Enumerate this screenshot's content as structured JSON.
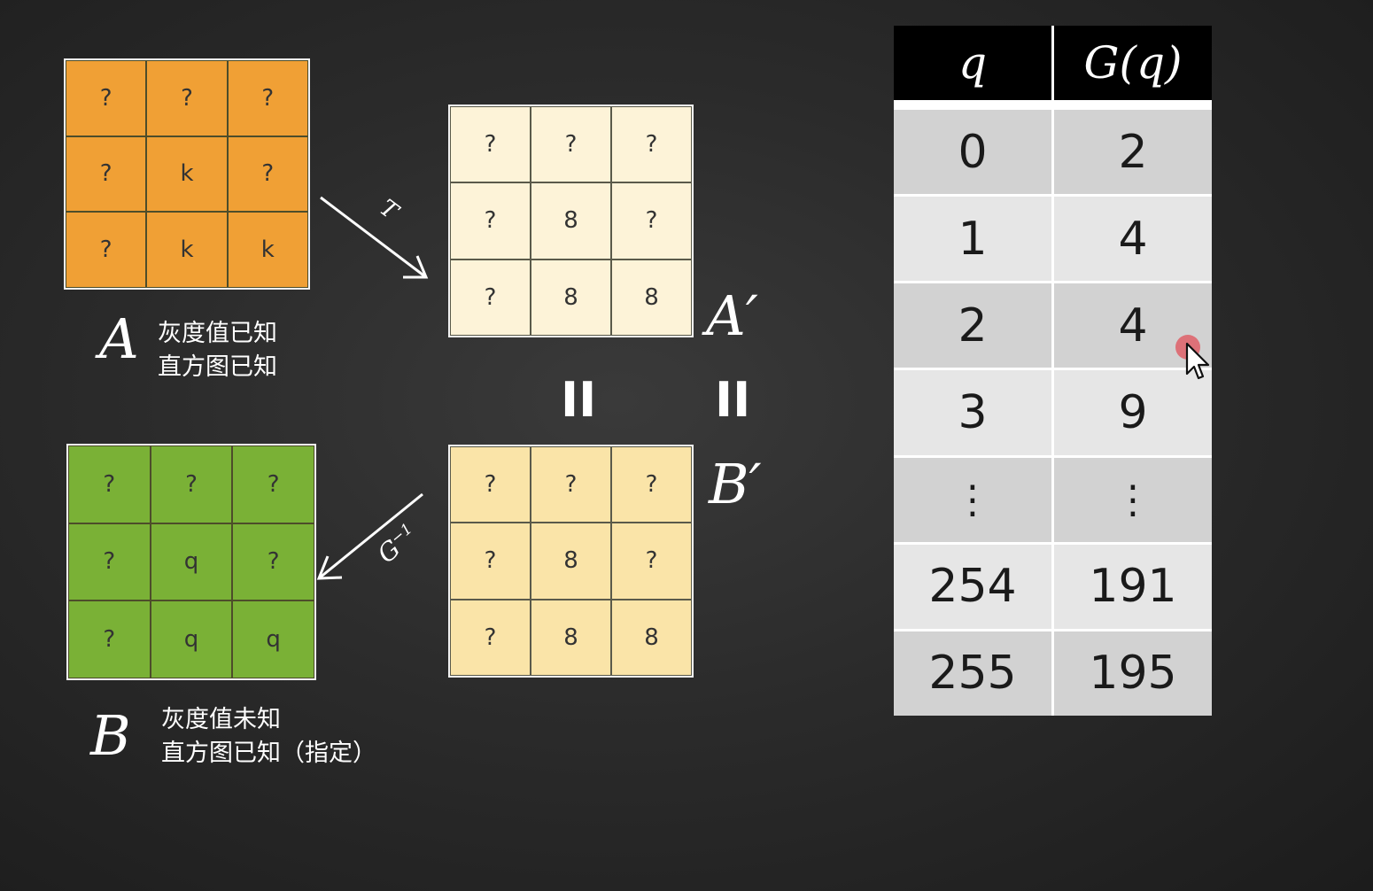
{
  "matrix_A": {
    "label": "A",
    "cells": [
      "?",
      "?",
      "?",
      "?",
      "k",
      "?",
      "?",
      "k",
      "k"
    ],
    "color": "#f0a035",
    "note_line1": "灰度值已知",
    "note_line2": "直方图已知"
  },
  "matrix_A_prime": {
    "label": "A′",
    "cells": [
      "?",
      "?",
      "?",
      "?",
      "8",
      "?",
      "?",
      "8",
      "8"
    ],
    "color": "#fdf3d8"
  },
  "matrix_B_prime": {
    "label": "B′",
    "cells": [
      "?",
      "?",
      "?",
      "?",
      "8",
      "?",
      "?",
      "8",
      "8"
    ],
    "color": "#fae4a8"
  },
  "matrix_B": {
    "label": "B",
    "cells": [
      "?",
      "?",
      "?",
      "?",
      "q",
      "?",
      "?",
      "q",
      "q"
    ],
    "color": "#7ab136",
    "note_line1": "灰度值未知",
    "note_line2": "直方图已知（指定）"
  },
  "arrow_T_label": "T",
  "arrow_G_inv_label": "G",
  "arrow_G_inv_sup": "−1",
  "equals_symbol": "II",
  "table": {
    "header": [
      "q",
      "G(q)"
    ],
    "rows": [
      [
        "0",
        "2"
      ],
      [
        "1",
        "4"
      ],
      [
        "2",
        "4"
      ],
      [
        "3",
        "9"
      ],
      [
        "⋮",
        "⋮"
      ],
      [
        "254",
        "191"
      ],
      [
        "255",
        "195"
      ]
    ]
  }
}
